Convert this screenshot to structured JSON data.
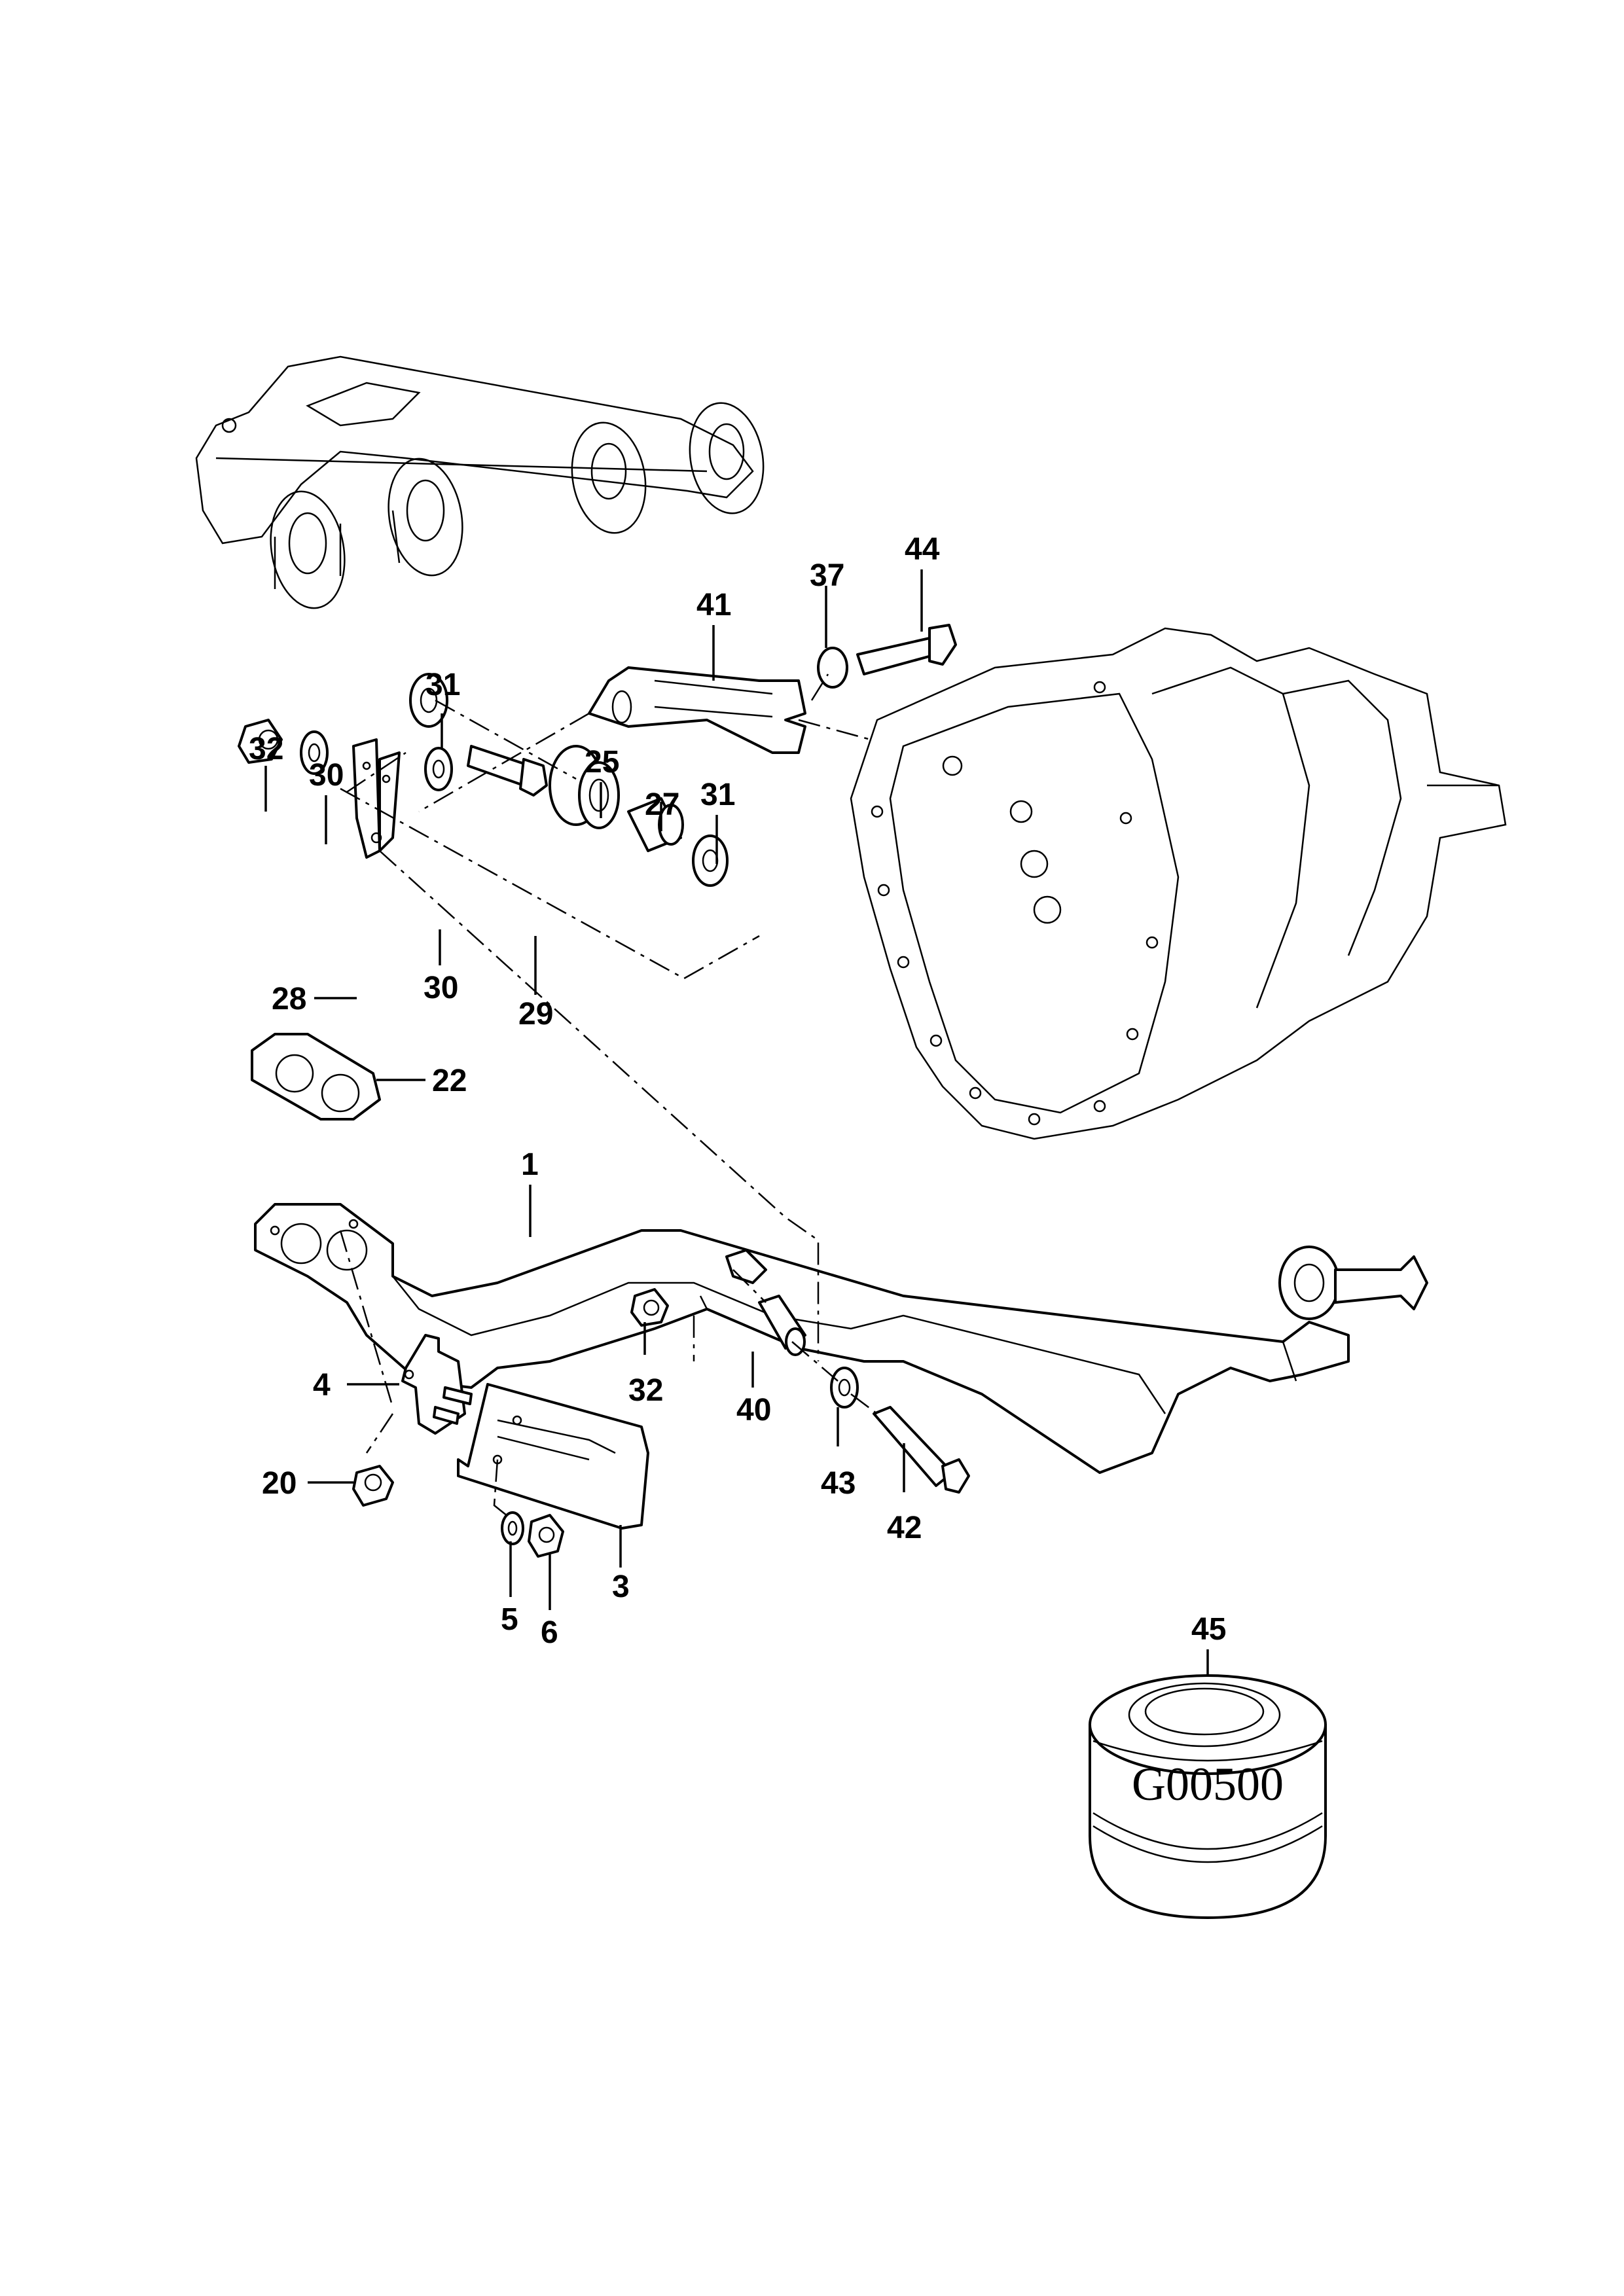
{
  "diagram": {
    "type": "exploded parts diagram",
    "subject": "Exhaust front pipe, bracket and mounting hardware with gearbox housing and exhaust manifold",
    "code_label": "G00500",
    "callouts": [
      {
        "id": "c1",
        "label": "1",
        "part": "exhaust-front-pipe"
      },
      {
        "id": "c3",
        "label": "3",
        "part": "heat-shield"
      },
      {
        "id": "c4",
        "label": "4",
        "part": "shield-bracket"
      },
      {
        "id": "c5",
        "label": "5",
        "part": "washer"
      },
      {
        "id": "c6",
        "label": "6",
        "part": "nut"
      },
      {
        "id": "c20",
        "label": "20",
        "part": "nut"
      },
      {
        "id": "c22",
        "label": "22",
        "part": "flange-gasket"
      },
      {
        "id": "c25",
        "label": "25",
        "part": "rubber-mount"
      },
      {
        "id": "c27",
        "label": "27",
        "part": "spacer-sleeve"
      },
      {
        "id": "c28",
        "label": "28",
        "part": "strap-bracket"
      },
      {
        "id": "c29",
        "label": "29",
        "part": "bolt"
      },
      {
        "id": "c30a",
        "label": "30",
        "part": "washer"
      },
      {
        "id": "c30b",
        "label": "30",
        "part": "washer"
      },
      {
        "id": "c31a",
        "label": "31",
        "part": "washer"
      },
      {
        "id": "c31b",
        "label": "31",
        "part": "washer"
      },
      {
        "id": "c32a",
        "label": "32",
        "part": "nut"
      },
      {
        "id": "c32b",
        "label": "32",
        "part": "nut"
      },
      {
        "id": "c37",
        "label": "37",
        "part": "spring-washer"
      },
      {
        "id": "c40",
        "label": "40",
        "part": "spacer-sleeve"
      },
      {
        "id": "c41",
        "label": "41",
        "part": "gearbox-bracket"
      },
      {
        "id": "c42",
        "label": "42",
        "part": "bolt"
      },
      {
        "id": "c43",
        "label": "43",
        "part": "washer"
      },
      {
        "id": "c44",
        "label": "44",
        "part": "bolt"
      },
      {
        "id": "c45",
        "label": "45",
        "part": "kit-canister"
      }
    ]
  }
}
